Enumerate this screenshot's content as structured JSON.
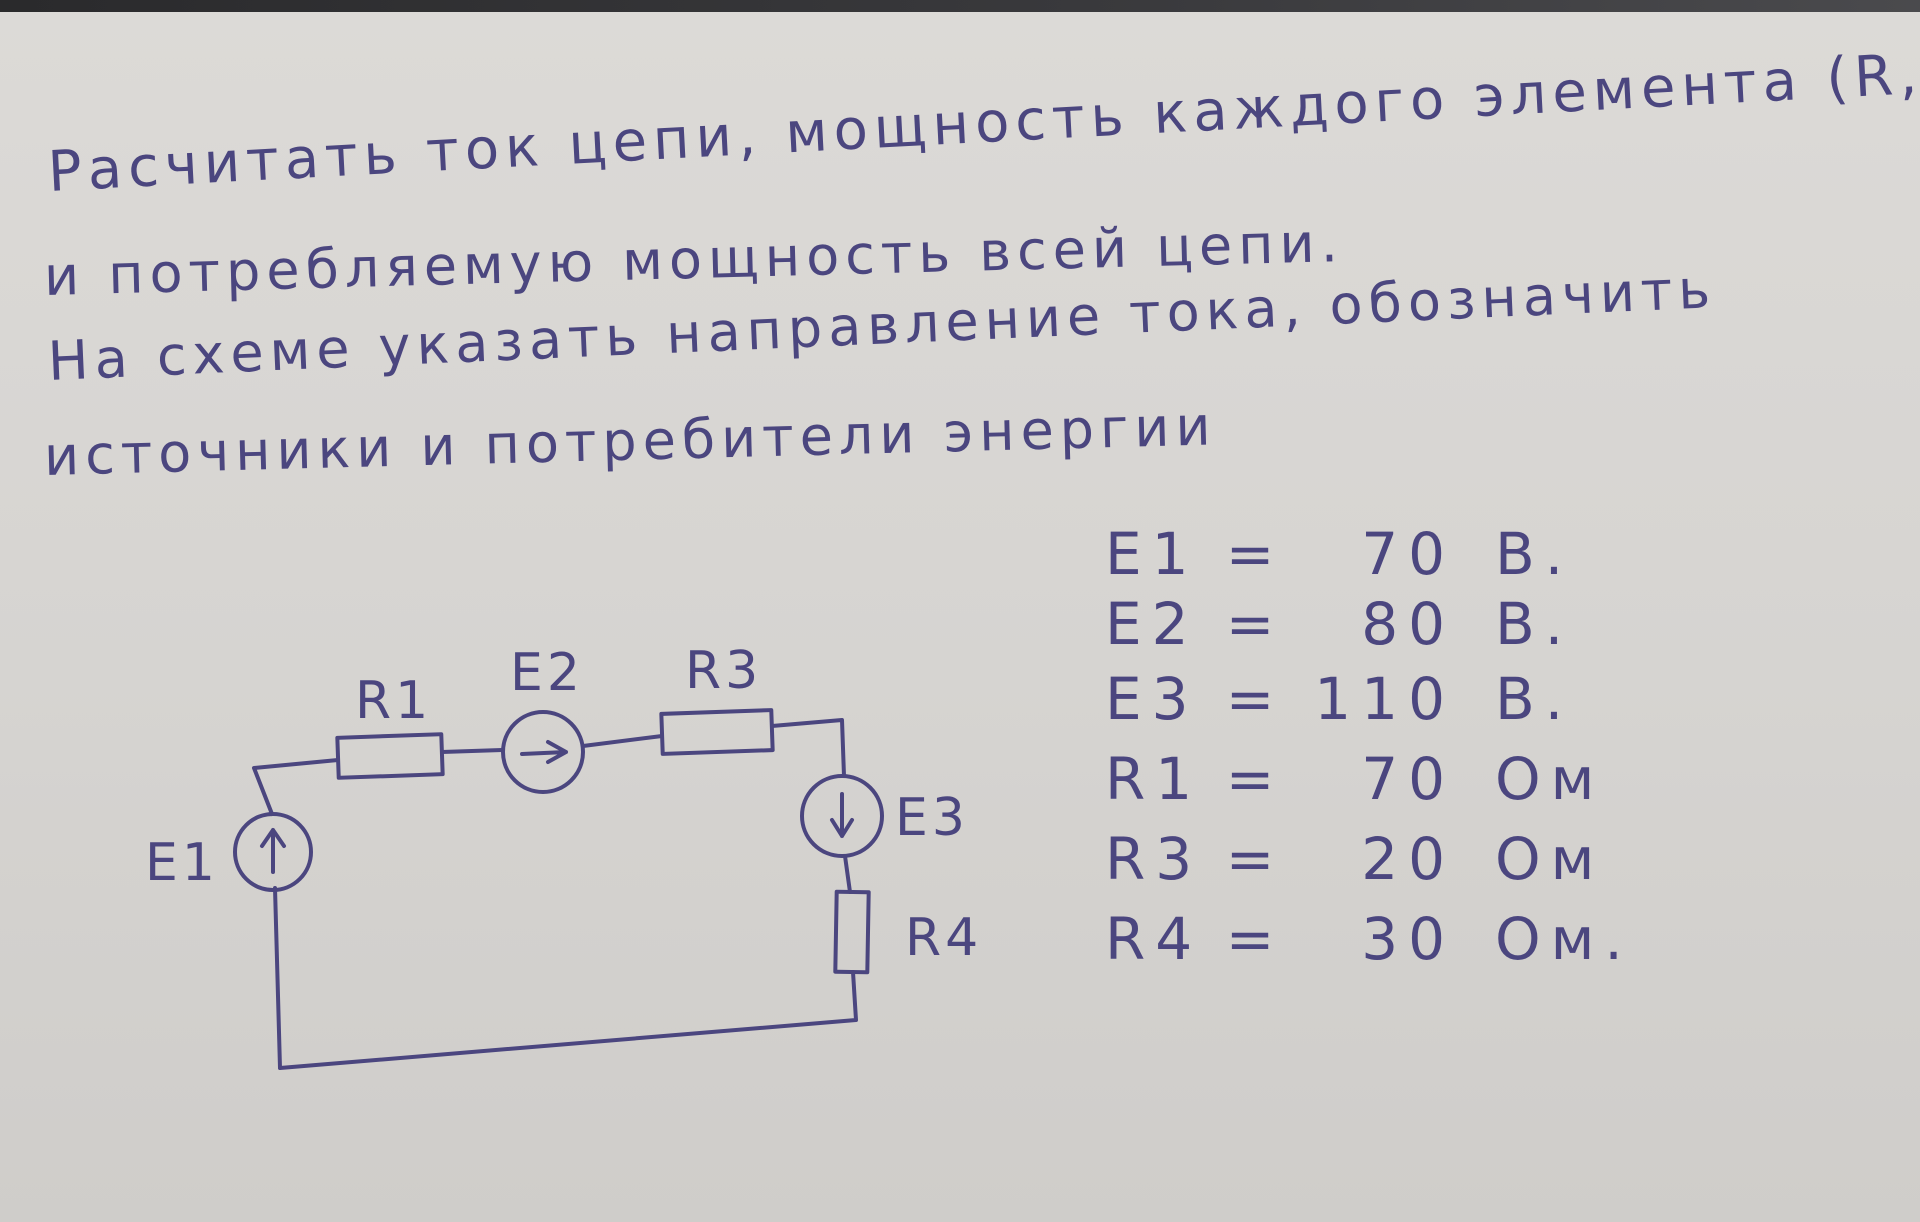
{
  "task": {
    "lines": [
      "Расчитать ток цепи, мощность каждого элемента (R, E)",
      "и потребляемую мощность всей цепи.",
      "На схеме указать направление тока, обозначить",
      "источники и потребители энергии"
    ]
  },
  "parameters": [
    {
      "name": "E1",
      "eq": "=",
      "value": "70",
      "unit": "В."
    },
    {
      "name": "E2",
      "eq": "=",
      "value": "80",
      "unit": "В."
    },
    {
      "name": "E3",
      "eq": "=",
      "value": "110",
      "unit": "В."
    },
    {
      "name": "R1",
      "eq": "=",
      "value": "70",
      "unit": "Ом"
    },
    {
      "name": "R3",
      "eq": "=",
      "value": "20",
      "unit": "Ом"
    },
    {
      "name": "R4",
      "eq": "=",
      "value": "30",
      "unit": "Ом."
    }
  ],
  "circuit": {
    "labels": {
      "e1": "E1",
      "e2": "E2",
      "e3": "E3",
      "r1": "R1",
      "r3": "R3",
      "r4": "R4"
    }
  },
  "colors": {
    "ink": "#4b467f",
    "paper": "#d8d6d3"
  }
}
